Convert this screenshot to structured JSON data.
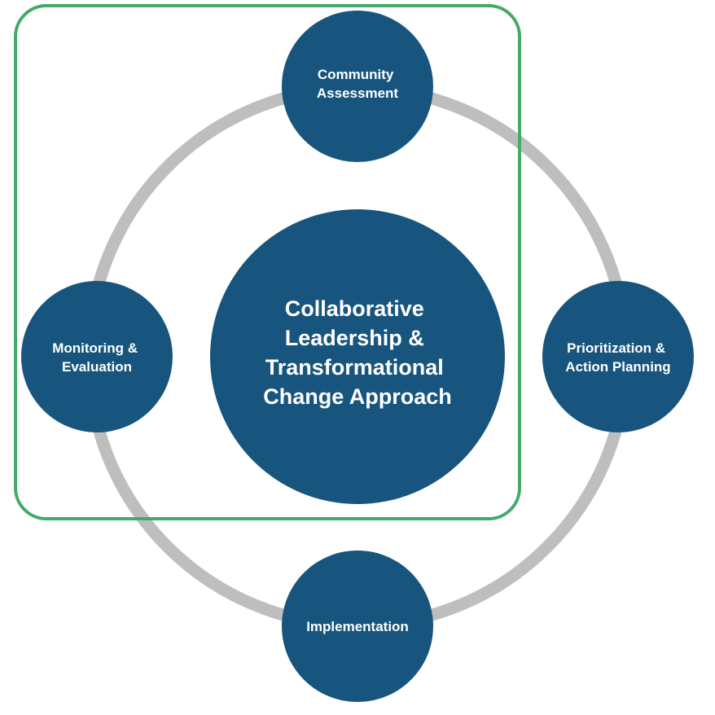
{
  "diagram": {
    "colors": {
      "node_fill": "#18557E",
      "ring": "#BEBEBE",
      "frame": "#45A96A",
      "text": "#FFFFFF"
    },
    "center": {
      "lines": [
        "Collaborative",
        "Leadership &",
        "Transformational",
        "Change Approach"
      ]
    },
    "stages": [
      {
        "id": "community-assessment",
        "lines": [
          "Community",
          "Assessment"
        ]
      },
      {
        "id": "prioritization-action-planning",
        "lines": [
          "Prioritization &",
          "Action Planning"
        ]
      },
      {
        "id": "implementation",
        "lines": [
          "Implementation"
        ]
      },
      {
        "id": "monitoring-evaluation",
        "lines": [
          "Monitoring &",
          "Evaluation"
        ]
      }
    ]
  }
}
